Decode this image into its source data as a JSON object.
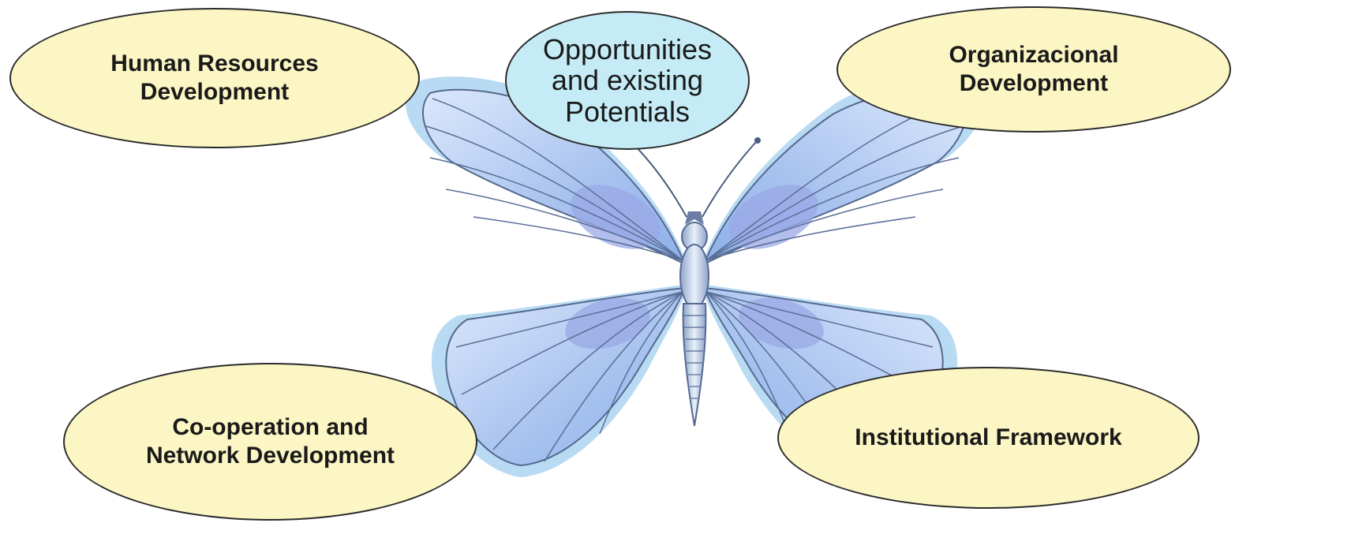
{
  "diagram": {
    "center": {
      "lines": [
        "Opportunities",
        "and existing",
        "Potentials"
      ],
      "color": "#c5ecf6"
    },
    "top_left": {
      "lines": [
        "Human Resources",
        "Development"
      ]
    },
    "top_right": {
      "lines": [
        "Organizacional",
        "Development"
      ]
    },
    "bottom_left": {
      "lines": [
        "Co-operation and",
        "Network Development"
      ]
    },
    "bottom_right": {
      "lines": [
        "Institutional Framework"
      ]
    },
    "oval_color": "#fbf6c4",
    "wing_color": "#a9c6f0",
    "wing_outline_color": "#b9daf3",
    "central_image": "butterfly-illustration"
  }
}
